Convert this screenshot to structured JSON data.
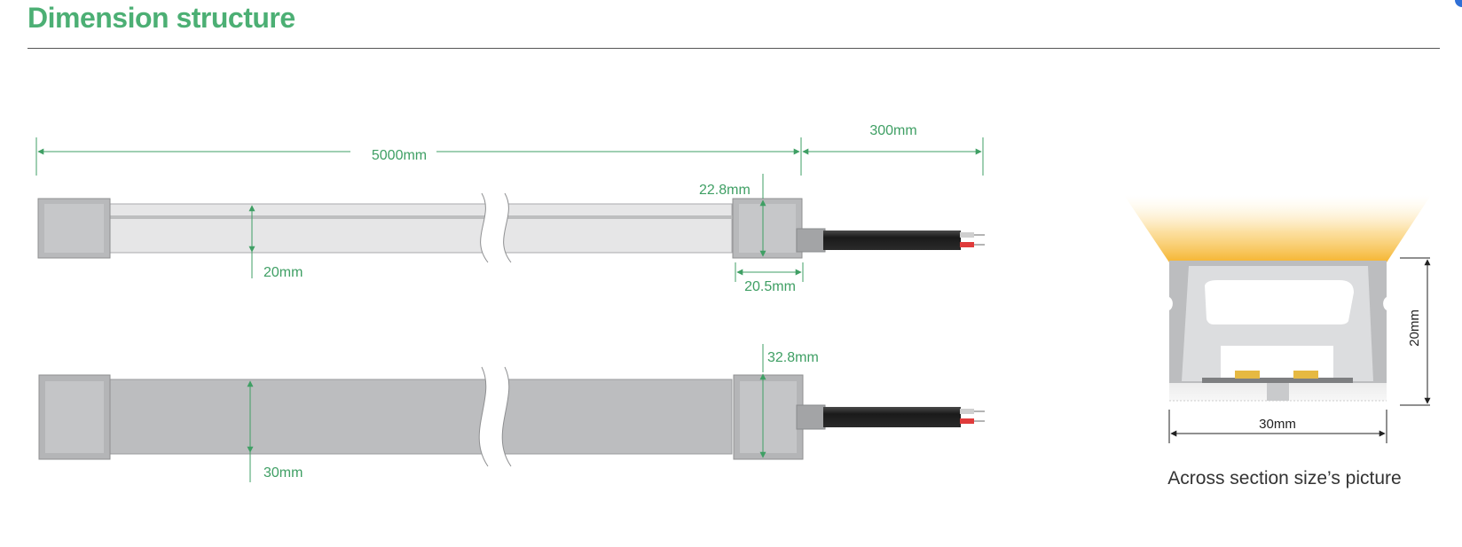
{
  "header": {
    "title": "Dimension structure"
  },
  "side_view": {
    "length_label": "5000mm",
    "cable_label": "300mm",
    "endcap_height_label": "22.8mm",
    "strip_height_label": "20mm",
    "endcap_width_label": "20.5mm"
  },
  "top_view": {
    "endcap_height_label": "32.8mm",
    "strip_width_label": "30mm"
  },
  "cross_section": {
    "height_label": "20mm",
    "width_label": "30mm",
    "caption": "Across section size’s picture"
  },
  "colors": {
    "accent_green": "#4caf74",
    "dimension_green": "#3f9f64",
    "glow": "#f5b530",
    "silicone_grey": "#bcbdbf",
    "endcap_grey": "#b4b5b7",
    "cable_black": "#222222",
    "wire_red": "#e03b3b"
  }
}
